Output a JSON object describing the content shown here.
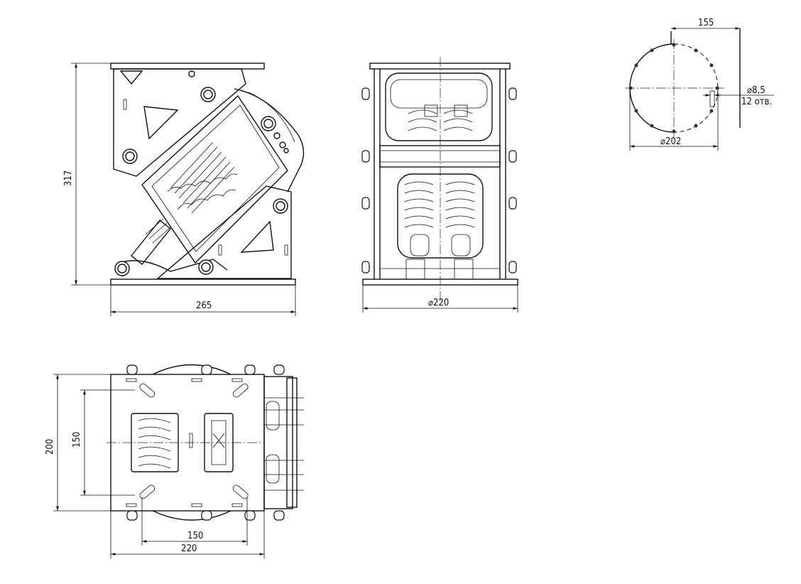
{
  "dimensions": {
    "side_height": "317",
    "side_width": "265",
    "front_width": "⌀220",
    "top_width_outer": "220",
    "top_width_inner": "150",
    "top_height_outer": "200",
    "top_height_inner": "150",
    "flange_dia_outer": "⌀202",
    "flange_offset": "155",
    "hole_dia": "⌀8,5",
    "hole_count": "12 отв."
  }
}
